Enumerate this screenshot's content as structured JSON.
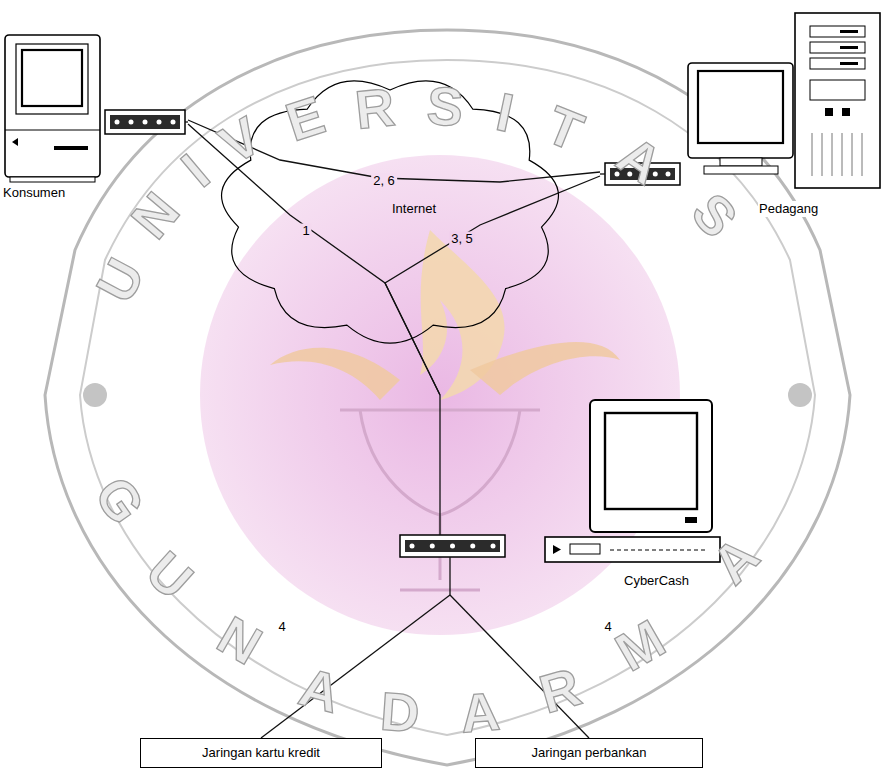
{
  "diagram": {
    "nodes": [
      {
        "text": [
          "Konsumen"
        ]
      },
      {
        "text": [
          "Pedagang"
        ]
      },
      {
        "text": [
          "Internet"
        ]
      },
      {
        "text": [
          "CyberCash"
        ]
      },
      {
        "text": [
          "Jaringan kartu kredit"
        ]
      },
      {
        "text": [
          "Jaringan perbankan"
        ]
      }
    ],
    "edges": [
      {
        "from": 0,
        "to": 1,
        "label": "2, 6",
        "arrow": "none"
      },
      {
        "from": 0,
        "to": 3,
        "label": "1",
        "arrow": "none"
      },
      {
        "from": 1,
        "to": 3,
        "label": "3, 5",
        "arrow": "none"
      },
      {
        "from": 3,
        "to": 4,
        "label": "4",
        "arrow": "none"
      },
      {
        "from": 3,
        "to": 5,
        "label": "4",
        "arrow": "none"
      }
    ],
    "labels": [
      "UNIVERSITAS",
      "GUNADARMA"
    ]
  }
}
